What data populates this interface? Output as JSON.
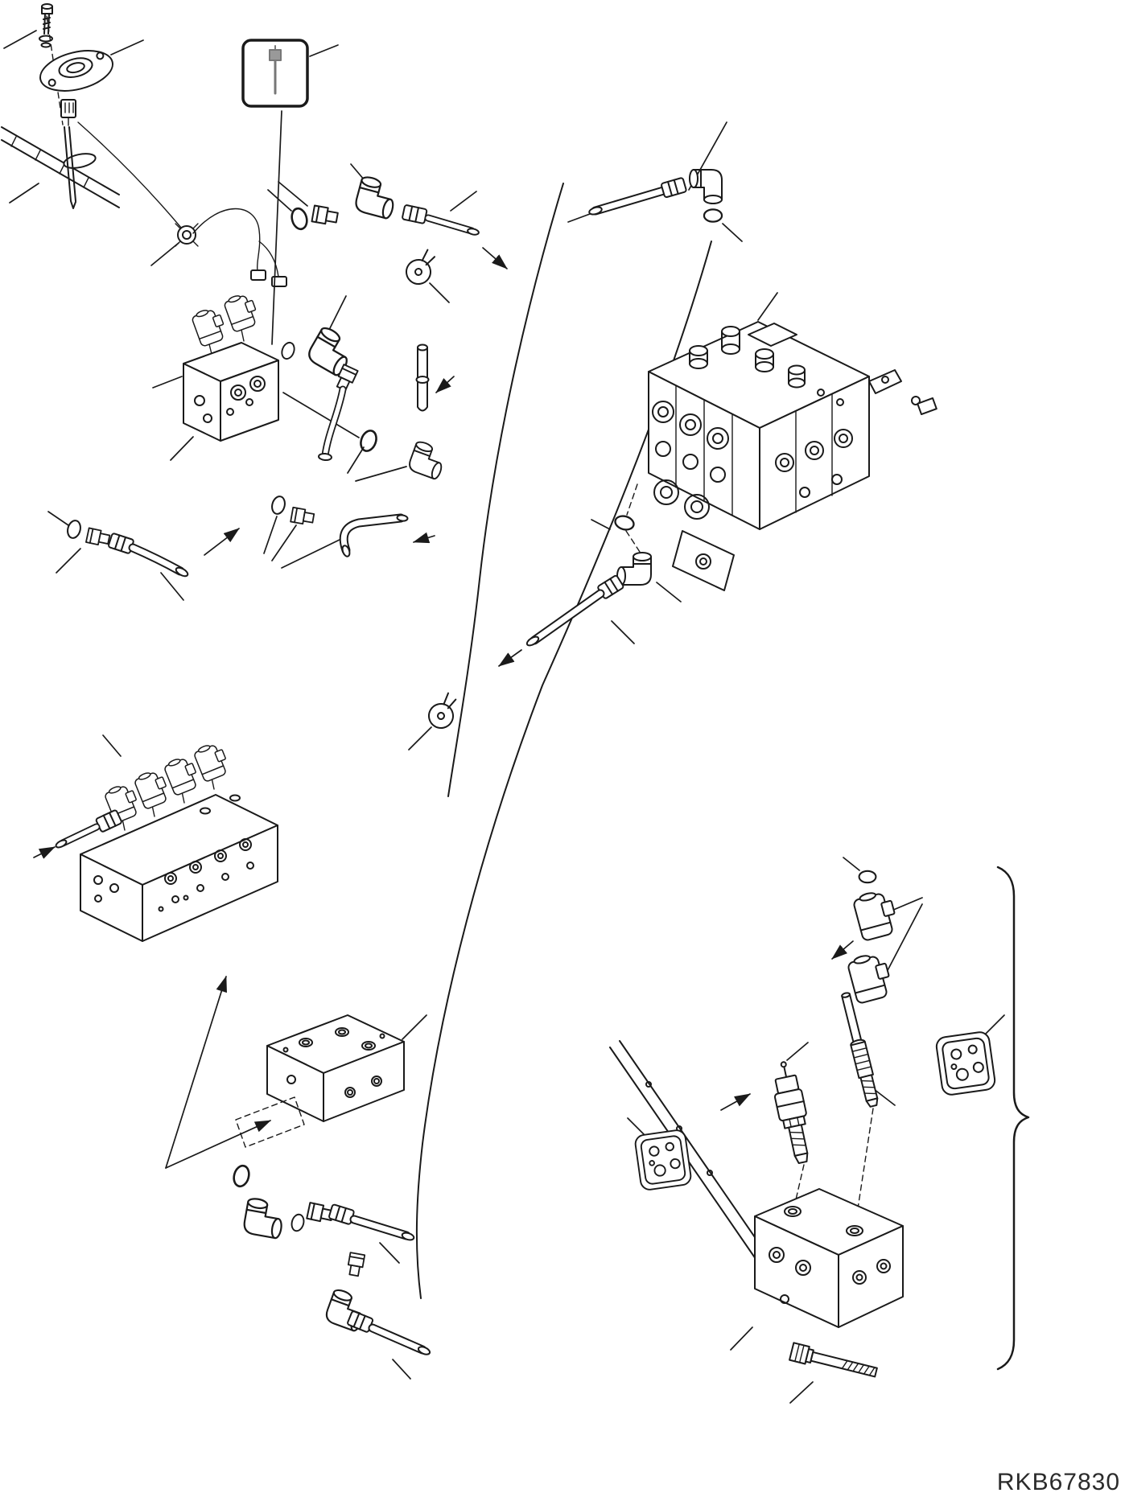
{
  "diagram": {
    "type": "exploded-parts-diagram",
    "title": "hydraulic-piping-parts-diagram",
    "drawing_number": "RKB67830",
    "line_color": "#1a1a1a",
    "background_color": "#ffffff",
    "sections": {
      "top_left": [
        "mounting-bolt",
        "washer",
        "sensor-flange",
        "connector",
        "float-rod",
        "mounting-panel"
      ],
      "top_center": [
        "tool-icon-box"
      ],
      "left": [
        "wire-grommet",
        "wiring-harness",
        "pilot-solenoid-block",
        "solenoid-coil",
        "o-ring",
        "straight-fitting",
        "elbow-fitting",
        "hose-end-fitting",
        "hose-clamp"
      ],
      "top_right": [
        "hose-assembly",
        "hose-crimp-fitting",
        "elbow-fitting",
        "o-ring"
      ],
      "right": [
        "main-control-valve",
        "o-ring",
        "elbow-fitting",
        "hose"
      ],
      "middle": [
        "o-ring",
        "elbow-fitting",
        "adapter-fitting",
        "hose",
        "pilot-pin",
        "bent-tube",
        "hose-clamp"
      ],
      "lower_left": [
        "o-ring",
        "straight-fitting",
        "curved-hose",
        "solenoid-manifold",
        "solenoid-coil"
      ],
      "bottom_center": [
        "manifold-block",
        "o-ring",
        "elbow-fitting",
        "straight-fitting",
        "hose"
      ],
      "bottom_right": [
        "o-ring",
        "solenoid-coil",
        "valve-cartridge",
        "orifice-plate",
        "pilot-solenoid-valve",
        "valve-block",
        "hex-bolt",
        "mounting-panel",
        "group-brace"
      ]
    }
  }
}
